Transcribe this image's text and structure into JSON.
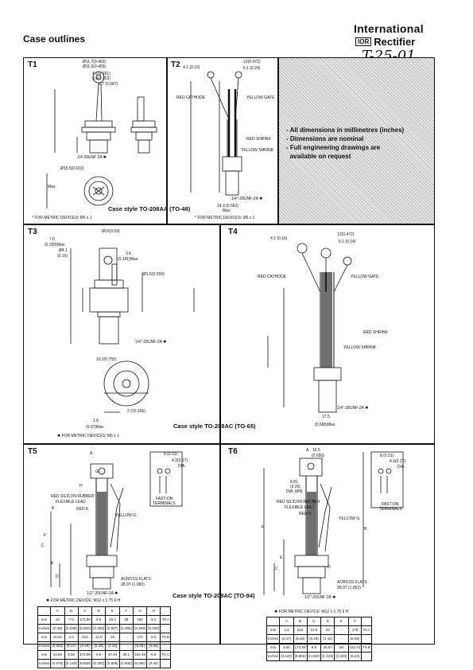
{
  "header": {
    "title": "Case outlines",
    "brand_line1": "International",
    "brand_logo": "IOR",
    "brand_line2": "Rectifier",
    "handwritten": "T-25-01"
  },
  "notes": [
    "All dimensions in millimetres (inches)",
    "Dimensions are nominal",
    "Full engineering drawings are",
    "available on request"
  ],
  "panels": {
    "t1": {
      "label": "T1",
      "caption": "Case style TO-208AA (TO-48)",
      "metric": "* FOR METRIC DEVICES: M5 x 1",
      "dims": [
        "Ø11.7(0.460)",
        "Ø11.6(0.455)",
        "4.1(0.161)",
        "3.9(0.153)",
        "1.7 (0.067)",
        "1/4 28UNF 2A ✱",
        "Ø15.5(0.610)",
        "Max."
      ]
    },
    "t2": {
      "label": "T2",
      "caption": "",
      "metric": "* FOR METRIC DEVICES: M6 x 1",
      "dims": [
        "4.1 (0.16)",
        "12(0.472)",
        "6.1 (0.24)",
        "RED CATHODE",
        "YELLOW GATE",
        "RED SHRINK",
        "YELLOW SHRINK",
        "1/4\"-28UNF-2A ✱",
        "14.3 (0.562)",
        "Max."
      ]
    },
    "t3": {
      "label": "T3",
      "caption": "Case style TO-208AC (TO-65)",
      "metric": "✱ FOR METRIC DEVICES: M6 x 1",
      "dims": [
        "Ø15(0.59)",
        "7.6",
        "(0.299)Max.",
        "Ø4.1",
        "(0.16)",
        "3.6",
        "(0.141)Max.",
        "Ø1.5(0.059)",
        "1/4\"-28UNF-2A ✱",
        "19.2(0.755)",
        "2.7(0.106)",
        "1.8",
        "(0.07)Max."
      ]
    },
    "t4": {
      "label": "T4",
      "dims": [
        "4.1 (0.16)",
        "12(0.472)",
        "6.1 (0.24)",
        "RED CATHODE",
        "YELLOW GATE",
        "RED SHRINK",
        "YELLOW SHRINK",
        "1/4\"-28UNF-2A ✱",
        "17.5",
        "(0.688)Max."
      ]
    },
    "t5": {
      "label": "T5",
      "caption": "Case style TO-209AC (TO-94)",
      "metric": "✱ FOR METRIC DEVICE: M12 x 1.75 6 H",
      "dims": [
        "A",
        "B",
        "C",
        "D",
        "E",
        "F",
        "G",
        "H",
        "RED SILICON RUBBER",
        "FLEXIBLE LEAD",
        "RED K.",
        "YELLOW G.",
        "FAST-ON",
        "TERMINALS",
        "8 (0.31)",
        "4.3(0.17)",
        "DIA.",
        "ACROSS FLATS",
        "28.97 (1.083)",
        "1/2\"-20UNF-2A ✱"
      ]
    },
    "t6": {
      "label": "T6",
      "dims": [
        "A",
        "B",
        "C",
        "D",
        "E",
        "F",
        "16.5",
        "(0.650)",
        "8 (0.31)",
        "4.3(0.17)",
        "DIA.",
        "8.81",
        "(0.26)",
        "DIA. MIN.",
        "RED SILICON RUBBER",
        "FLEXIBLE LEAD",
        "RED K.",
        "YELLOW G.",
        "FAST-ON",
        "TERMINALS",
        "ACROSS FLATS",
        "28.97 (1.062)",
        "1/2\"-20UNF-2A ✱",
        "✱ FOR METRIC DEVICE: M12 x 1.75 6 H"
      ]
    }
  },
  "table_t5": {
    "header": [
      "",
      "A",
      "B",
      "C",
      "D",
      "E",
      "F",
      "G",
      "H",
      ""
    ],
    "rows": [
      [
        "mm",
        "10",
        "7.6",
        "173.99",
        "8.9",
        "20.3",
        "38",
        "160",
        "8.3",
        "T5 A"
      ],
      [
        "Inches",
        "(0.39)",
        "(0.299)",
        "(6.850)",
        "(0.350)",
        "(0.807)",
        "(1.496)",
        "(6.299)",
        "(0.326)",
        ""
      ],
      [
        "mm",
        "16.51",
        "4.3",
        "215",
        "12.5",
        "29",
        "-",
        "170",
        "6.6",
        "T5 B"
      ],
      [
        "Inches",
        "(0.650)",
        "(0.17)",
        "(8.46)",
        "(0.49)",
        "(1.14)",
        "-",
        "(6.69)",
        "(0.26)",
        ""
      ],
      [
        "mm",
        "14.60",
        "3.56",
        "173.99",
        "8.9",
        "20.44",
        "38.1",
        "154.49",
        "6.6",
        "T5 C"
      ],
      [
        "Inches",
        "(0.575)",
        "(0.140)",
        "(6.850)",
        "(0.350)",
        "(0.805)",
        "(1.500)",
        "(6.082)",
        "(0.26)",
        ""
      ]
    ]
  },
  "table_t6": {
    "header": [
      "",
      "A",
      "B",
      "C",
      "D",
      "E",
      "F",
      ""
    ],
    "rows": [
      [
        "mm",
        "4.3",
        "215",
        "12.5",
        "29",
        "-",
        "170",
        "T6 A"
      ],
      [
        "Inches",
        "(0.17)",
        "(8.46)",
        "(0.49)",
        "(1.41)",
        "-",
        "(6.69)",
        ""
      ],
      [
        "mm",
        "3.56",
        "173.99",
        "8.9",
        "28.57",
        "58",
        "152.91",
        "T6 B"
      ],
      [
        "Inches",
        "(0.140)",
        "(6.850)",
        "(0.350)",
        "(1.125)",
        "(2.283)",
        "(6.02)",
        ""
      ]
    ]
  }
}
